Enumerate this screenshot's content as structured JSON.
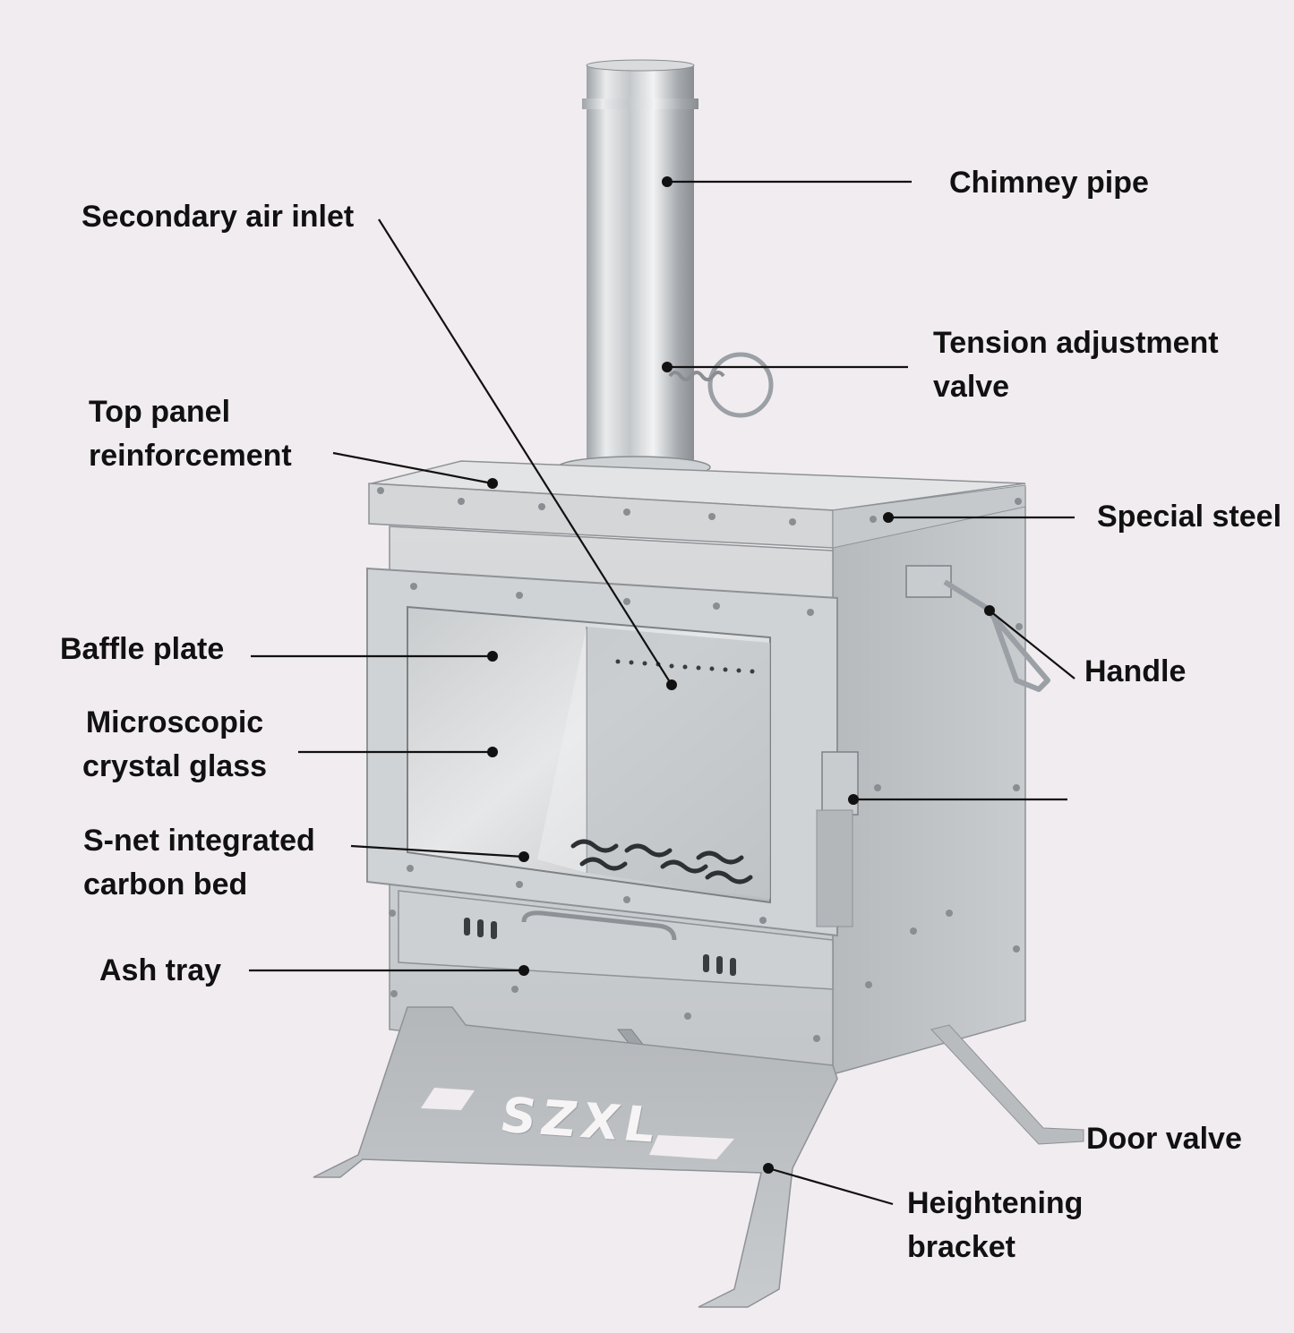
{
  "colors": {
    "background": "#f1ecef",
    "steel_light": "#dadcdd",
    "steel_mid": "#b9bcbf",
    "steel_dark": "#8e9296",
    "leader_line": "#111111"
  },
  "labels": {
    "chimney_pipe": "Chimney pipe",
    "secondary_air_inlet": "Secondary air inlet",
    "tension_adjustment_valve": [
      "Tension adjustment",
      "valve"
    ],
    "top_panel_reinforcement": [
      "Top panel",
      "reinforcement"
    ],
    "special_steel": "Special steel",
    "baffle_plate": "Baffle plate",
    "handle": "Handle",
    "microscopic_crystal_glass": [
      "Microscopic",
      "crystal glass"
    ],
    "s_net_carbon_bed": [
      "S-net integrated",
      "carbon bed"
    ],
    "ash_tray": "Ash tray",
    "door_valve": "Door valve",
    "heightening_bracket": [
      "Heightening",
      "bracket"
    ]
  },
  "brand": "SZXL"
}
